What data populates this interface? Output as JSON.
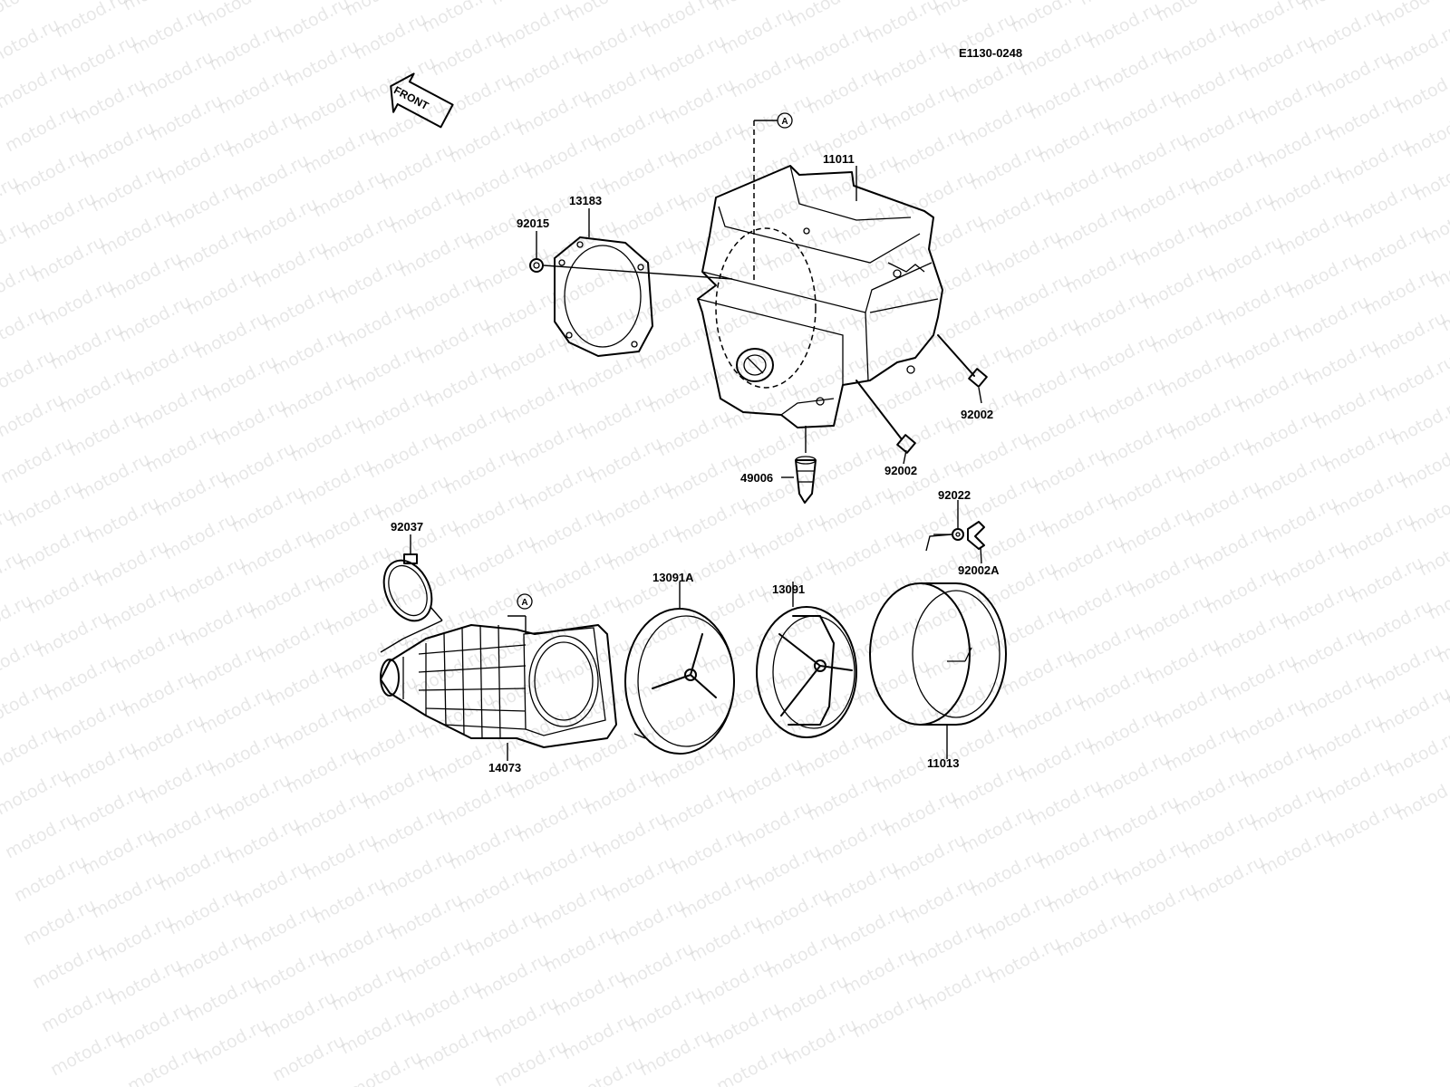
{
  "diagram_code": "E1130-0248",
  "front_marker": "FRONT",
  "ref_marker": "A",
  "watermark": "motod.ru",
  "parts": {
    "air_box": "11011",
    "gasket": "13183",
    "nut": "92015",
    "bolt_right": "92002",
    "bolt_lower": "92002",
    "drain_cap": "49006",
    "washer": "92022",
    "wing_bolt": "92002A",
    "clamp": "92037",
    "duct": "14073",
    "holder_plate": "13091A",
    "holder_cage": "13091",
    "element": "11013"
  }
}
